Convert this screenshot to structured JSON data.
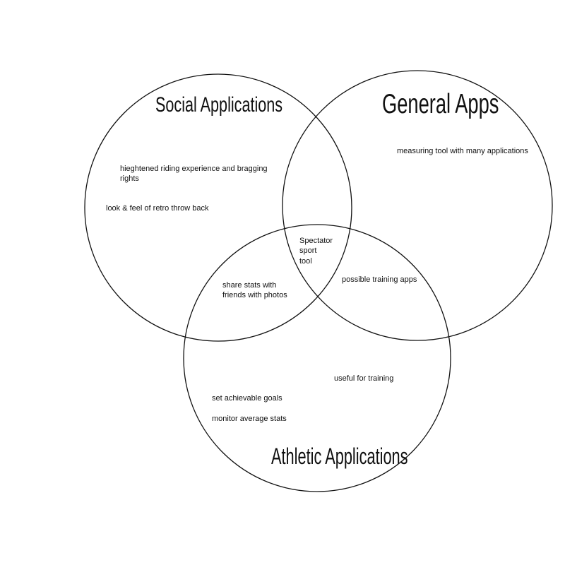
{
  "sets": [
    {
      "id": "social",
      "title": "Social Applications"
    },
    {
      "id": "general",
      "title": "General Apps"
    },
    {
      "id": "athletic",
      "title": "Athletic Applications"
    }
  ],
  "items": {
    "social_1": "hieghtened riding experience and bragging",
    "social_1b": "rights",
    "social_2": "look & feel of retro throw back",
    "general_1": "measuring tool with many applications",
    "center_1": "Spectator",
    "center_2": "sport",
    "center_3": "tool",
    "social_athletic_1": "share stats with",
    "social_athletic_2": "friends with photos",
    "general_athletic_1": "possible training apps",
    "athletic_1": "useful for training",
    "athletic_2": "set achievable goals",
    "athletic_3": "monitor average stats"
  }
}
